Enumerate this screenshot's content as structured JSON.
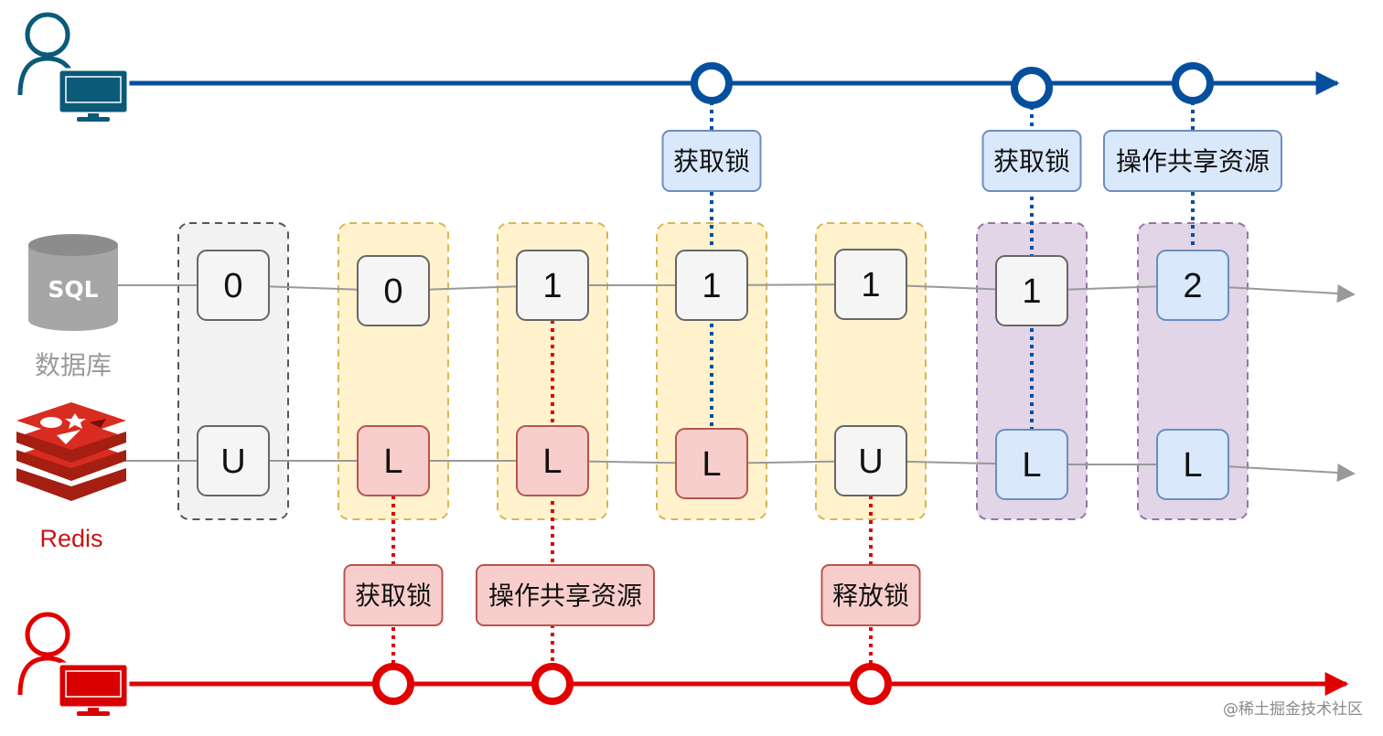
{
  "labels": {
    "database": "数据库",
    "redis": "Redis",
    "watermark": "@稀土掘金技术社区",
    "sql_icon_text": "SQL"
  },
  "colors": {
    "client_top": "#064f9e",
    "client_bottom": "#e00000",
    "monitor_top_screen": "#0a5a78",
    "monitor_bottom_screen": "#d90000",
    "neutral_group_fill": "#f2f2f2",
    "neutral_group_border": "#555555",
    "yellow_group_fill": "#fff2cc",
    "yellow_group_border": "#d6b656",
    "purple_group_fill": "#e1d5e7",
    "purple_group_border": "#9673a6",
    "box_gray_fill": "#f5f5f5",
    "box_gray_border": "#666666",
    "box_red_fill": "#f8cecc",
    "box_red_border": "#b85450",
    "box_blue_fill": "#dae8fc",
    "box_blue_border": "#6c8ebf",
    "timeline_gray": "#999999"
  },
  "states": [
    {
      "group": "neutral",
      "db_value": "0",
      "db_style": "gray",
      "redis_value": "U",
      "redis_style": "gray"
    },
    {
      "group": "yellow",
      "db_value": "0",
      "db_style": "gray",
      "redis_value": "L",
      "redis_style": "red"
    },
    {
      "group": "yellow",
      "db_value": "1",
      "db_style": "gray",
      "redis_value": "L",
      "redis_style": "red"
    },
    {
      "group": "yellow",
      "db_value": "1",
      "db_style": "gray",
      "redis_value": "L",
      "redis_style": "red"
    },
    {
      "group": "yellow",
      "db_value": "1",
      "db_style": "gray",
      "redis_value": "U",
      "redis_style": "gray"
    },
    {
      "group": "purple",
      "db_value": "1",
      "db_style": "gray",
      "redis_value": "L",
      "redis_style": "blue"
    },
    {
      "group": "purple",
      "db_value": "2",
      "db_style": "blue",
      "redis_value": "L",
      "redis_style": "blue"
    }
  ],
  "top_client_ops": [
    {
      "column": 3,
      "label": "获取锁",
      "connects_to": "redis"
    },
    {
      "column": 5,
      "label": "获取锁",
      "connects_to": "redis"
    },
    {
      "column": 6,
      "label": "操作共享资源",
      "connects_to": "db"
    }
  ],
  "bottom_client_ops": [
    {
      "column": 1,
      "label": "获取锁"
    },
    {
      "column": 2,
      "label": "操作共享资源"
    },
    {
      "column": 4,
      "label": "释放锁"
    }
  ]
}
